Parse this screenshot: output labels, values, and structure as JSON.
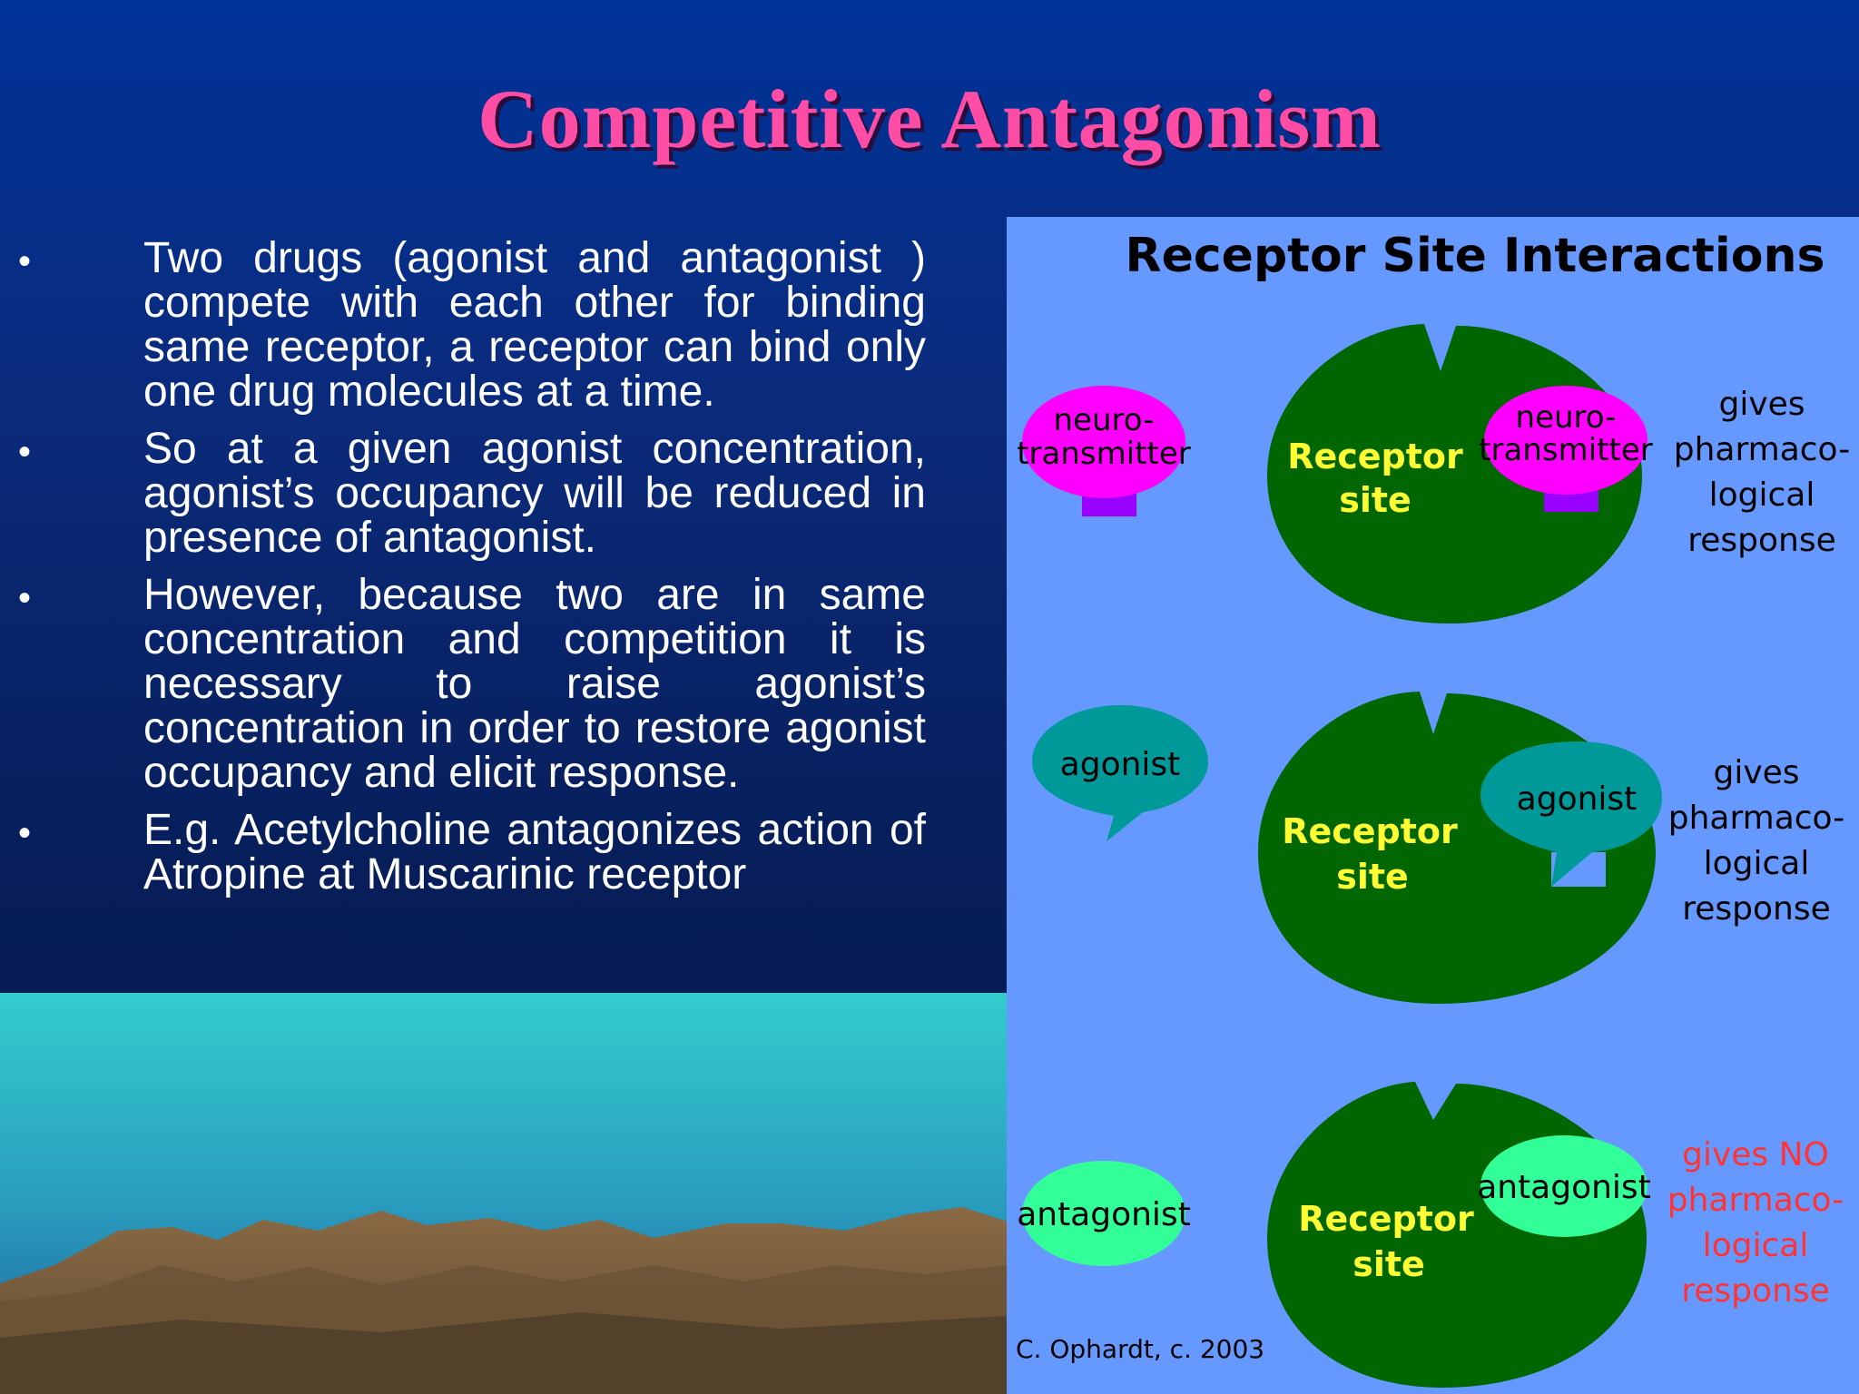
{
  "slide": {
    "title": "Competitive Antagonism",
    "bullets": [
      "Two drugs (agonist and antagonist ) compete with each other for binding same receptor, a receptor can bind only one drug molecules at a time.",
      "So at a given agonist concentration, agonist’s occupancy will be reduced in presence of antagonist.",
      "However, because two are in same concentration and competition it is necessary to raise agonist’s concentration in order to restore agonist occupancy and elicit response.",
      "E.g. Acetylcholine antagonizes action of Atropine at Muscarinic receptor"
    ],
    "bullet_glyph": "•"
  },
  "diagram": {
    "title": "Receptor Site Interactions",
    "receptor_label_1": "Receptor",
    "receptor_label_2": "site",
    "rows": [
      {
        "molecule_line1": "neuro-",
        "molecule_line2": "transmitter",
        "result": [
          "gives",
          "pharmaco-",
          "logical",
          "response"
        ]
      },
      {
        "molecule": "agonist",
        "result": [
          "gives",
          "pharmaco-",
          "logical",
          "response"
        ]
      },
      {
        "molecule": "antagonist",
        "result": [
          "gives NO",
          "pharmaco-",
          "logical",
          "response"
        ]
      }
    ],
    "credit": "C. Ophardt, c. 2003",
    "colors": {
      "panel": "#6699ff",
      "receptor": "#006600",
      "receptor_text": "#ffff33",
      "neurotransmitter": "#ff00ff",
      "neurotransmitter_stem": "#9900ff",
      "agonist": "#009999",
      "antagonist": "#33ff99",
      "no_response": "#ff3333"
    }
  }
}
